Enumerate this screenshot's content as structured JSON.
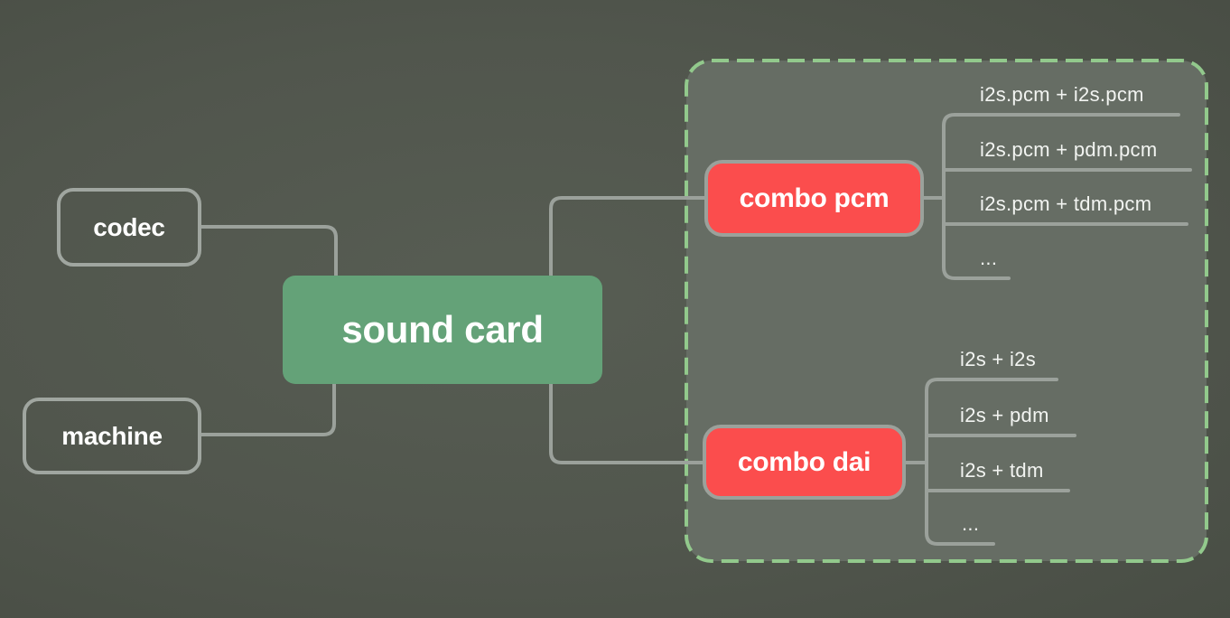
{
  "nodes": {
    "codec": {
      "label": "codec"
    },
    "machine": {
      "label": "machine"
    },
    "sound_card": {
      "label": "sound card"
    },
    "combo_pcm": {
      "label": "combo pcm",
      "leaves": [
        "i2s.pcm + i2s.pcm",
        "i2s.pcm + pdm.pcm",
        "i2s.pcm + tdm.pcm",
        "..."
      ]
    },
    "combo_dai": {
      "label": "combo dai",
      "leaves": [
        "i2s + i2s",
        "i2s + pdm",
        "i2s + tdm",
        "..."
      ]
    }
  },
  "colors": {
    "background": "#51564d",
    "group_fill": "#666d64",
    "group_dash_border": "#92c98c",
    "root_node_fill": "#64a278",
    "combo_node_fill": "#fb4d4d",
    "outline_node_border": "#a0a6a0",
    "connector_gray": "#9ba19b",
    "node_text": "#ffffff",
    "leaf_text": "#f2f4f1"
  }
}
